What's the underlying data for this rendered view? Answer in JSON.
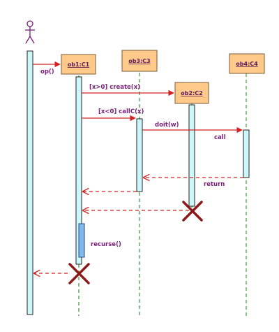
{
  "objects": [
    {
      "id": "ob1",
      "label": "ob1:C1"
    },
    {
      "id": "ob3",
      "label": "ob3:C3"
    },
    {
      "id": "ob2",
      "label": "ob2:C2"
    },
    {
      "id": "ob4",
      "label": "ob4:C4"
    }
  ],
  "messages": {
    "op": "op()",
    "create": "[x>0] create(x)",
    "callC": "[x<0] callC(x)",
    "doit": "doit(w)",
    "call": "call",
    "return": "return",
    "recurse": "recurse()"
  },
  "colors": {
    "object_fill": "#ffc98a",
    "activation_fill": "#ccf8fb",
    "message_line": "#d42020",
    "lifeline": "#2a8a2a",
    "label_text": "#7a1f7a",
    "destroy_mark": "#8a1a1a"
  }
}
